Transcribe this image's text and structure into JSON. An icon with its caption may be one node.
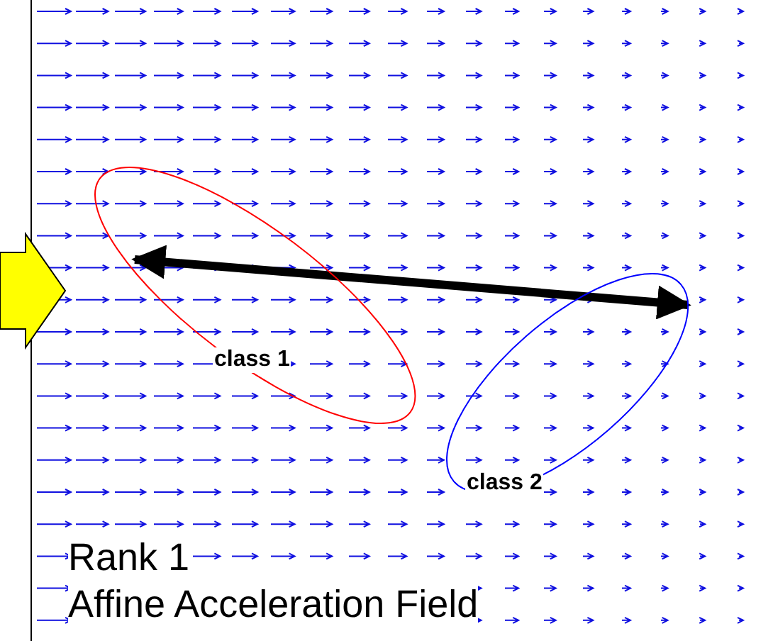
{
  "diagram": {
    "nodes": [
      {
        "text": [
          "class 1"
        ]
      },
      {
        "text": [
          "class 2"
        ]
      }
    ],
    "edges": [
      {
        "from": 0,
        "to": 1,
        "arrow": "both"
      }
    ],
    "labels": [
      "Rank 1",
      "Affine Acceleration Field"
    ]
  }
}
